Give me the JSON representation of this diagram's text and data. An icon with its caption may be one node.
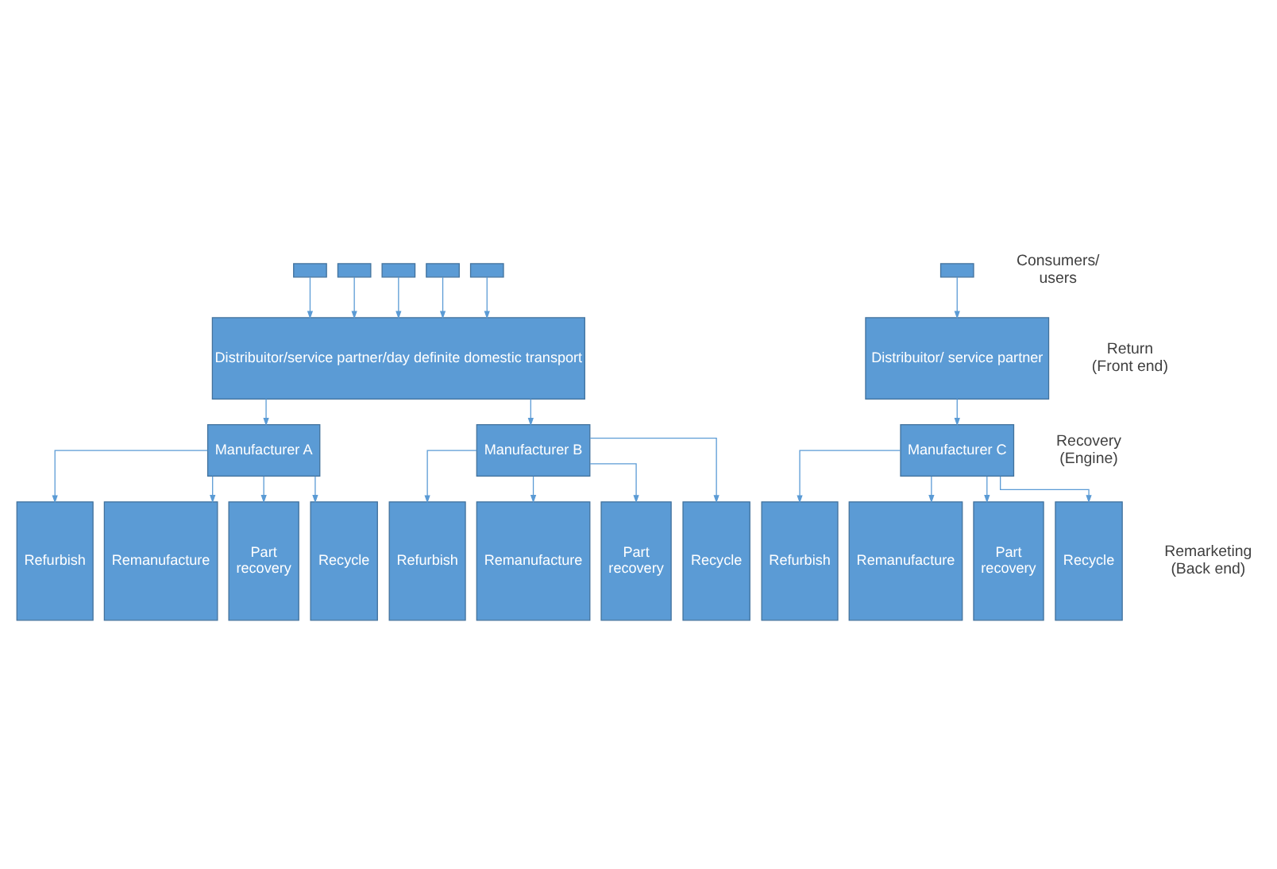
{
  "diagram": {
    "nodes": [
      {
        "text": [],
        "shape": "box"
      },
      {
        "text": [],
        "shape": "box"
      },
      {
        "text": [],
        "shape": "box"
      },
      {
        "text": [],
        "shape": "box"
      },
      {
        "text": [],
        "shape": "box"
      },
      {
        "text": [],
        "shape": "box"
      },
      {
        "text": [
          "Distribuitor/service partner/day definite domestic transport"
        ]
      },
      {
        "text": [
          "Distribuitor/ service partner"
        ]
      },
      {
        "text": [
          "Manufacturer A"
        ]
      },
      {
        "text": [
          "Manufacturer B"
        ]
      },
      {
        "text": [
          "Manufacturer C"
        ]
      },
      {
        "text": [
          "Refurbish"
        ]
      },
      {
        "text": [
          "Remanufacture"
        ]
      },
      {
        "text": [
          "Part recovery"
        ]
      },
      {
        "text": [
          "Recycle"
        ]
      },
      {
        "text": [
          "Refurbish"
        ]
      },
      {
        "text": [
          "Remanufacture"
        ]
      },
      {
        "text": [
          "Part recovery"
        ]
      },
      {
        "text": [
          "Recycle"
        ]
      },
      {
        "text": [
          "Refurbish"
        ]
      },
      {
        "text": [
          "Remanufacture"
        ]
      },
      {
        "text": [
          "Part recovery"
        ]
      },
      {
        "text": [
          "Recycle"
        ]
      }
    ],
    "edges": [
      {
        "from": 0,
        "to": 6,
        "arrow": "to"
      },
      {
        "from": 1,
        "to": 6,
        "arrow": "to"
      },
      {
        "from": 2,
        "to": 6,
        "arrow": "to"
      },
      {
        "from": 3,
        "to": 6,
        "arrow": "to"
      },
      {
        "from": 4,
        "to": 6,
        "arrow": "to"
      },
      {
        "from": 5,
        "to": 7,
        "arrow": "to"
      },
      {
        "from": 6,
        "to": 8,
        "arrow": "to"
      },
      {
        "from": 6,
        "to": 9,
        "arrow": "to"
      },
      {
        "from": 7,
        "to": 10,
        "arrow": "to"
      },
      {
        "from": 8,
        "to": 11,
        "arrow": "to"
      },
      {
        "from": 8,
        "to": 12,
        "arrow": "to"
      },
      {
        "from": 8,
        "to": 13,
        "arrow": "to"
      },
      {
        "from": 8,
        "to": 14,
        "arrow": "to"
      },
      {
        "from": 9,
        "to": 15,
        "arrow": "to"
      },
      {
        "from": 9,
        "to": 16,
        "arrow": "to"
      },
      {
        "from": 9,
        "to": 17,
        "arrow": "to"
      },
      {
        "from": 9,
        "to": 18,
        "arrow": "to"
      },
      {
        "from": 10,
        "to": 19,
        "arrow": "to"
      },
      {
        "from": 10,
        "to": 20,
        "arrow": "to"
      },
      {
        "from": 10,
        "to": 21,
        "arrow": "to"
      },
      {
        "from": 10,
        "to": 22,
        "arrow": "to"
      }
    ],
    "labels": [
      "Consumers/ users",
      "Return (Front end)",
      "Recovery (Engine)",
      "Remarketing (Back end)"
    ]
  }
}
